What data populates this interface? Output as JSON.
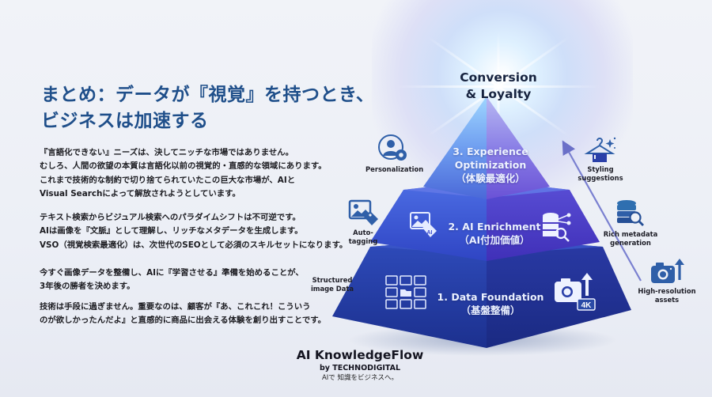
{
  "heading": {
    "line1": "まとめ：データが『視覚』を持つとき、",
    "line2": "ビジネスは加速する"
  },
  "paragraphs": [
    {
      "lines": [
        "『言語化できない』ニーズは、決してニッチな市場ではありません。",
        "むしろ、人間の欲望の本質は言語化以前の視覚的・直感的な領域にあります。",
        "これまで技術的な制約で切り捨てられていたこの巨大な市場が、AIと",
        "Visual Searchによって解放されようとしています。"
      ]
    },
    {
      "lines": [
        "テキスト検索からビジュアル検索へのパラダイムシフトは不可逆です。",
        "AIは画像を『文脈』として理解し、リッチなメタデータを生成します。",
        "VSO（視覚検索最適化）は、次世代のSEOとして必須のスキルセットになります。"
      ]
    },
    {
      "lines": [
        "今すぐ画像データを整備し、AIに『学習させる』準備を始めることが、",
        "3年後の勝者を決めます。"
      ]
    },
    {
      "lines": [
        "技術は手段に過ぎません。重要なのは、顧客が『あ、これこれ！こういう",
        "のが欲しかったんだよ』と直感的に商品に出会える体験を創り出すことです。"
      ]
    }
  ],
  "pyramid": {
    "apex": {
      "line1": "Conversion",
      "line2": "& Loyalty"
    },
    "tiers": [
      {
        "level": 3,
        "line1": "3. Experience",
        "line2": "Optimization",
        "line3": "（体験最適化）",
        "color": "#5a6fe0"
      },
      {
        "level": 2,
        "line1": "2. AI Enrichment",
        "line2": "（AI付加価値）",
        "color": "#3d4fd0"
      },
      {
        "level": 1,
        "line1": "1. Data Foundation",
        "line2": "（基盤整備）",
        "color": "#2a3fa8"
      }
    ],
    "side_items_left": [
      {
        "label": "Personalization",
        "icon": "user-gear-icon"
      },
      {
        "label": "Auto-tagging",
        "icon": "image-tag-icon"
      },
      {
        "label_line1": "Structured",
        "label_line2": "image Data",
        "icon": "image-grid-icon"
      }
    ],
    "side_items_right": [
      {
        "label": "Styling suggestions",
        "icon": "hanger-sparkle-icon"
      },
      {
        "label_line1": "Rich metadata",
        "label_line2": "generation",
        "icon": "database-search-icon"
      },
      {
        "label_line1": "High-resolution",
        "label_line2": "assets",
        "icon": "camera-upload-icon"
      }
    ],
    "badge_4k": "4K",
    "ai_tag": "AI"
  },
  "footer": {
    "brand": "AI KnowledgeFlow",
    "by": "by TECHNODIGITAL",
    "tagline": "AIで 知識をビジネスへ。"
  },
  "colors": {
    "heading": "#1f4f8a",
    "icon_blue": "#2f5fa8",
    "pyramid_top": "#6a8ef0",
    "pyramid_mid": "#3d4fd0",
    "pyramid_base": "#22389c",
    "arrow": "#6b70c8"
  }
}
